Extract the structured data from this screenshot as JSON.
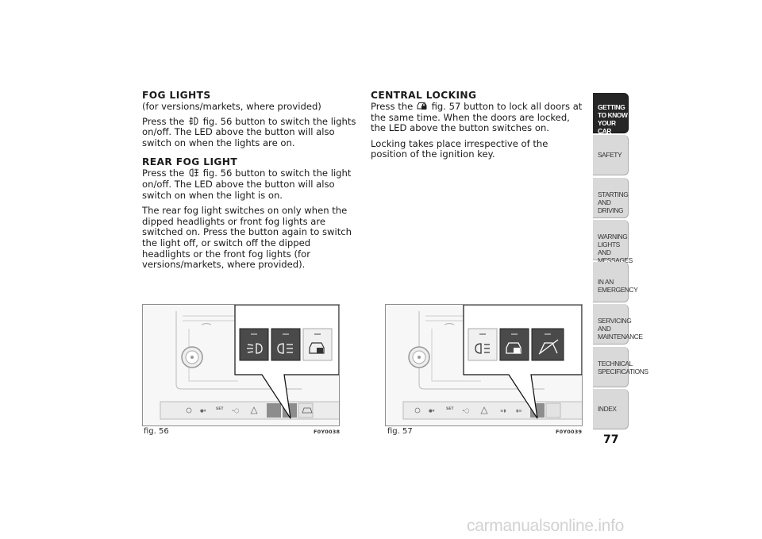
{
  "left": {
    "fog_title": "FOG LIGHTS",
    "fog_subtitle": "(for versions/markets, where provided)",
    "fog_p1_a": "Press the",
    "fog_p1_b": "fig. 56 button to switch the lights on/off. The LED above the button will also switch on when the lights are on.",
    "rear_title": "REAR FOG LIGHT",
    "rear_p1_a": "Press the",
    "rear_p1_b": "fig. 56 button to switch the light on/off. The LED above the button will also switch on when the light is on.",
    "rear_p2": "The rear fog light switches on only when the dipped headlights or front fog lights are switched on. Press the button again to switch the light off, or switch off the dipped headlights or the front fog lights (for versions/markets, where provided)."
  },
  "right": {
    "lock_title": "CENTRAL LOCKING",
    "lock_p1_a": "Press the",
    "lock_p1_b": "fig. 57 button to lock all doors at the same time. When the doors are locked, the LED above the button switches on.",
    "lock_p2": "Locking takes place irrespective of the position of the ignition key."
  },
  "figures": {
    "fig56_caption": "fig. 56",
    "fig56_code": "F0Y0038",
    "fig57_caption": "fig. 57",
    "fig57_code": "F0Y0039",
    "set_label": "SET"
  },
  "tabs": [
    {
      "label": "GETTING TO KNOW YOUR CAR",
      "active": true
    },
    {
      "label": "SAFETY",
      "active": false
    },
    {
      "label": "STARTING AND DRIVING",
      "active": false
    },
    {
      "label": "WARNING LIGHTS AND MESSAGES",
      "active": false
    },
    {
      "label": "IN AN EMERGENCY",
      "active": false
    },
    {
      "label": "SERVICING AND MAINTENANCE",
      "active": false
    },
    {
      "label": "TECHNICAL SPECIFICATIONS",
      "active": false
    },
    {
      "label": "INDEX",
      "active": false
    }
  ],
  "page_number": "77",
  "watermark": "carmanualsonline.info",
  "colors": {
    "active_tab": "#262626",
    "inactive_tab": "#d9d9d9"
  }
}
